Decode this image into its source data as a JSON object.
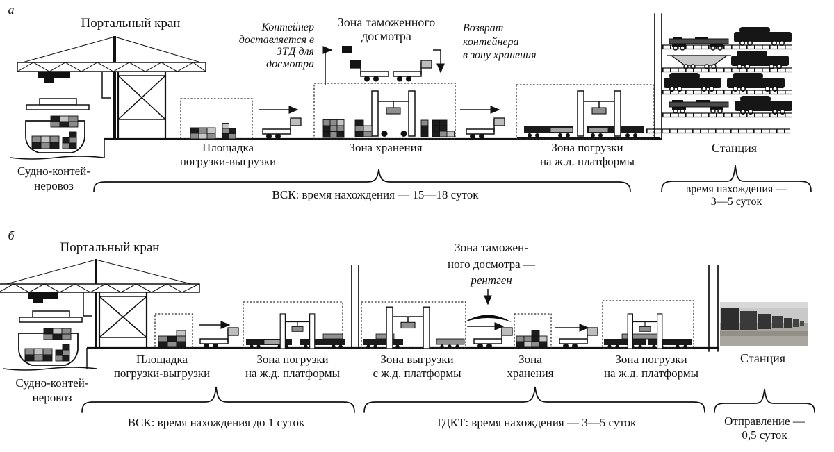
{
  "panel_a": {
    "marker": "а",
    "crane_label": "Портальный кран",
    "ship_label": [
      "Судно-контей-",
      "неровоз"
    ],
    "delivery_note": [
      "Контейнер",
      "доставляется в",
      "ЗТД для",
      "досмотра"
    ],
    "customs_zone_label": [
      "Зона таможенного",
      "досмотра"
    ],
    "return_note": [
      "Возврат",
      "контейнера",
      "в зону хранения"
    ],
    "zones": {
      "loading_area": [
        "Площадка",
        "погрузки-выгрузки"
      ],
      "storage": "Зона хранения",
      "rail_loading": [
        "Зона погрузки",
        "на ж.д. платформы"
      ],
      "station": "Станция"
    },
    "braces": {
      "vsk": "ВСК: время нахождения — 15—18 суток",
      "station": [
        "время нахождения —",
        "3—5 суток"
      ]
    }
  },
  "panel_b": {
    "marker": "б",
    "crane_label": "Портальный кран",
    "ship_label": [
      "Судно-контей-",
      "неровоз"
    ],
    "customs_zone_label": [
      "Зона таможен-",
      "ного досмотра —",
      "рентген"
    ],
    "zones": {
      "loading_area": [
        "Площадка",
        "погрузки-выгрузки"
      ],
      "rail_loading_1": [
        "Зона погрузки",
        "на ж.д. платформы"
      ],
      "rail_unloading": [
        "Зона выгрузки",
        "с ж.д. платформы"
      ],
      "storage": [
        "Зона",
        "хранения"
      ],
      "rail_loading_2": [
        "Зона погрузки",
        "на ж.д. платформы"
      ],
      "station": "Станция"
    },
    "braces": {
      "vsk": "ВСК: время нахождения до 1 суток",
      "tdkt": "ТДКТ: время нахождения — 3—5 суток",
      "departure": [
        "Отправление —",
        "0,5 суток"
      ]
    }
  },
  "colors": {
    "ink": "#111111",
    "container_dark": "#1c1c1c",
    "container_mid": "#8c8c8c",
    "container_light": "#c6c6c6"
  }
}
